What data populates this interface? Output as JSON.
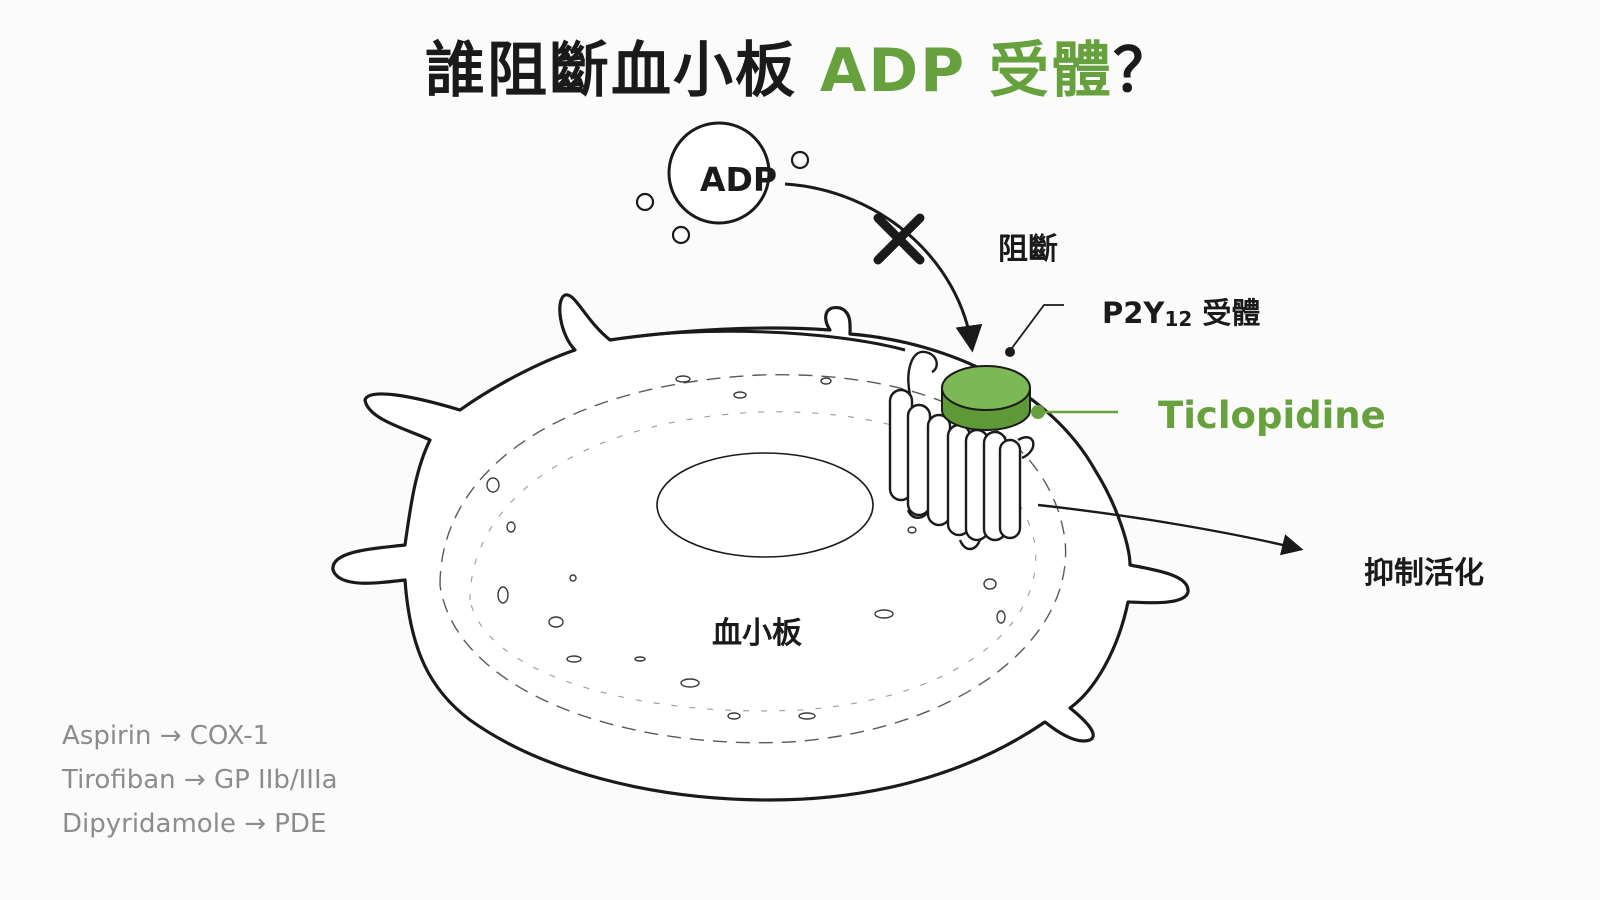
{
  "title": {
    "main": "誰阻斷血小板 ",
    "accent": "ADP 受體",
    "end": "？"
  },
  "labels": {
    "adp": "ADP",
    "block": "阻斷",
    "receptor_prefix": "P2Y",
    "receptor_sub": "12",
    "receptor_suffix": " 受體",
    "drug": "Ticlopidine",
    "inhibit": "抑制活化",
    "platelet": "血小板"
  },
  "other_drugs": [
    "Aspirin → COX-1",
    "Tirofiban → GP IIb/IIIa",
    "Dipyridamole → PDE"
  ],
  "colors": {
    "accent": "#66a13e",
    "ink": "#1a1a1a",
    "muted": "#8c8c8c"
  }
}
